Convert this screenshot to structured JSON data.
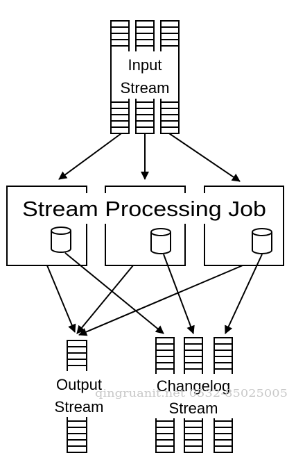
{
  "input_stream": {
    "line1": "Input",
    "line2": "Stream"
  },
  "job": {
    "label": "Stream Processing Job"
  },
  "output_stream": {
    "line1": "Output",
    "line2": "Stream"
  },
  "changelog_stream": {
    "line1": "Changelog",
    "line2": "Stream"
  },
  "watermark": {
    "text": "qingruanit.net 0532-85025005"
  }
}
